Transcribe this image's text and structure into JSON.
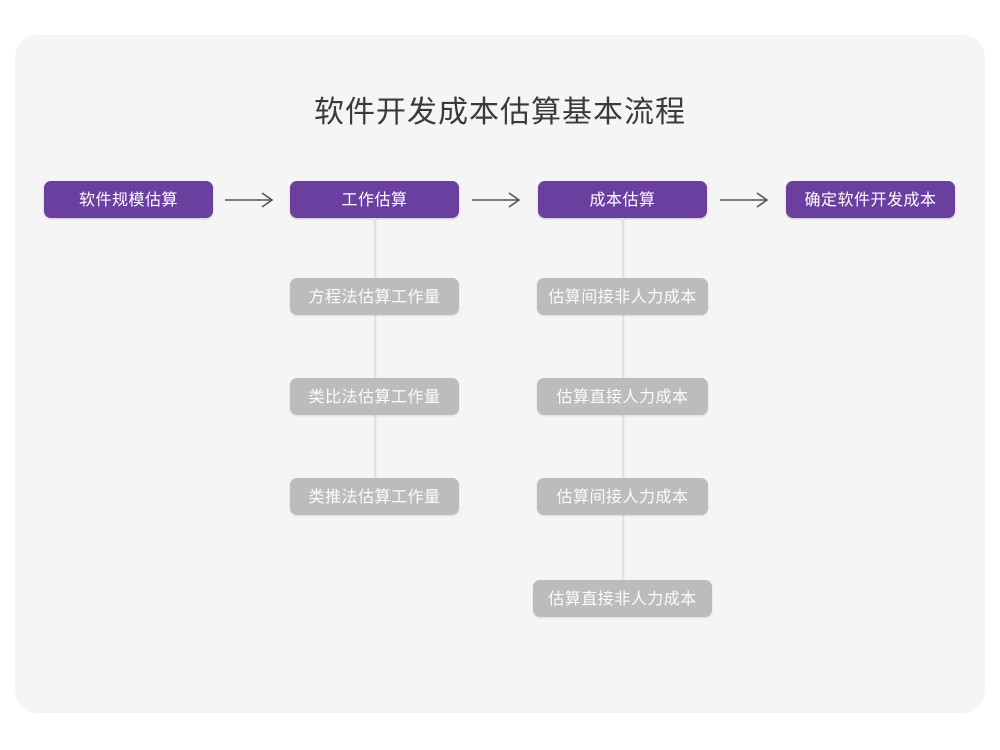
{
  "page": {
    "title": "软件开发成本估算基本流程",
    "background_color": "#ffffff",
    "card_color": "#f5f5f5",
    "primary_color": "#6b3fa0",
    "secondary_color": "#bcbcbc",
    "connector_color": "#e2e2e2",
    "arrow_color": "#555555",
    "title_color": "#3a3a3a"
  },
  "chart_data": {
    "type": "diagram",
    "title": "软件开发成本估算基本流程",
    "flow": {
      "main_steps": [
        {
          "id": "step-1",
          "label": "软件规模估算"
        },
        {
          "id": "step-2",
          "label": "工作估算"
        },
        {
          "id": "step-3",
          "label": "成本估算"
        },
        {
          "id": "step-4",
          "label": "确定软件开发成本"
        }
      ],
      "arrows": [
        {
          "from": "step-1",
          "to": "step-2",
          "glyph": "→"
        },
        {
          "from": "step-2",
          "to": "step-3",
          "glyph": "→"
        },
        {
          "from": "step-3",
          "to": "step-4",
          "glyph": "→"
        }
      ],
      "branches": [
        {
          "parent": "step-2",
          "items": [
            {
              "label": "方程法估算工作量"
            },
            {
              "label": "类比法估算工作量"
            },
            {
              "label": "类推法估算工作量"
            }
          ]
        },
        {
          "parent": "step-3",
          "items": [
            {
              "label": "估算间接非人力成本"
            },
            {
              "label": "估算直接人力成本"
            },
            {
              "label": "估算间接人力成本"
            },
            {
              "label": "估算直接非人力成本"
            }
          ]
        }
      ]
    }
  }
}
